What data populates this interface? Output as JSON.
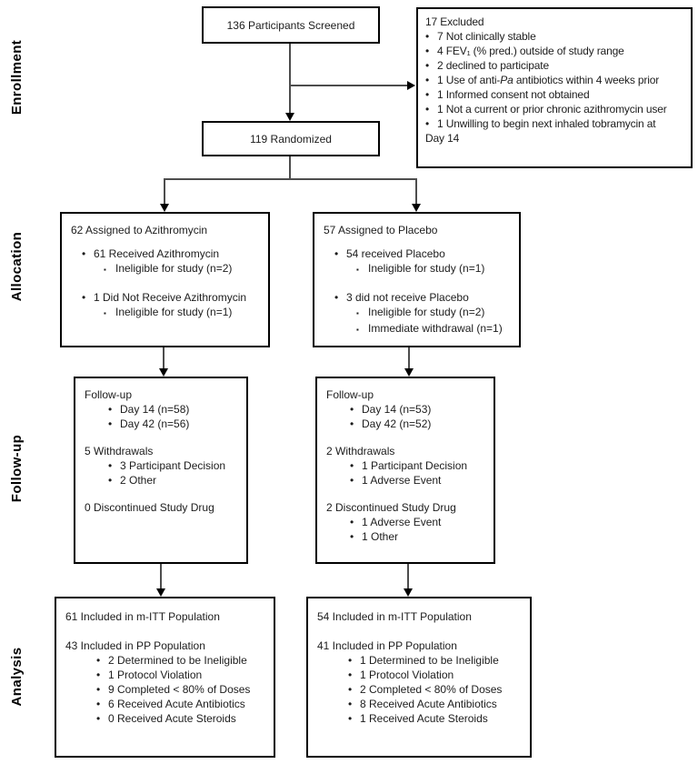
{
  "glyphs": {
    "bullet": "•",
    "square_bullet": "▪"
  },
  "stages": {
    "enrollment": "Enrollment",
    "allocation": "Allocation",
    "followup": "Follow-up",
    "analysis": "Analysis"
  },
  "screened": {
    "text": "136 Participants Screened"
  },
  "randomized": {
    "text": "119 Randomized"
  },
  "excluded": {
    "title": "17 Excluded",
    "items": [
      "7 Not clinically stable",
      "4 FEV₁ (% pred.) outside of study range",
      "2 declined to participate"
    ],
    "anti_pa_item": {
      "pre": "1 Use of anti-",
      "italic": "Pa",
      "post": " antibiotics within 4 weeks prior"
    },
    "items2": [
      "1 Informed consent not obtained",
      "1 Not a current or prior chronic azithromycin user",
      "1 Unwilling to begin next inhaled tobramycin at"
    ],
    "continuation": "Day 14"
  },
  "allocation_left": {
    "title": "62 Assigned to Azithromycin",
    "groups": [
      {
        "lead": "61 Received Azithromycin",
        "subs": [
          "Ineligible for study (n=2)"
        ]
      },
      {
        "lead": "1 Did Not Receive Azithromycin",
        "subs": [
          "Ineligible for study (n=1)"
        ]
      }
    ]
  },
  "allocation_right": {
    "title": "57 Assigned to Placebo",
    "groups": [
      {
        "lead": "54 received Placebo",
        "subs": [
          "Ineligible for study (n=1)"
        ]
      },
      {
        "lead": "3 did not receive Placebo",
        "subs": [
          "Ineligible for study (n=2)",
          "Immediate withdrawal (n=1)"
        ]
      }
    ]
  },
  "followup_left": {
    "sections": [
      {
        "lead": "Follow-up",
        "bullets": [
          "Day 14 (n=58)",
          "Day 42 (n=56)"
        ]
      },
      {
        "lead": "5 Withdrawals",
        "bullets": [
          "3 Participant Decision",
          "2 Other"
        ]
      },
      {
        "lead": "0 Discontinued Study Drug",
        "bullets": []
      }
    ]
  },
  "followup_right": {
    "sections": [
      {
        "lead": "Follow-up",
        "bullets": [
          "Day 14 (n=53)",
          "Day 42 (n=52)"
        ]
      },
      {
        "lead": "2 Withdrawals",
        "bullets": [
          "1 Participant Decision",
          "1 Adverse Event"
        ]
      },
      {
        "lead": "2 Discontinued Study Drug",
        "bullets": [
          "1 Adverse Event",
          "1 Other"
        ]
      }
    ]
  },
  "analysis_left": {
    "mitt": "61 Included in m-ITT Population",
    "pp": "43 Included in PP Population",
    "bullets": [
      "2 Determined to be Ineligible",
      "1 Protocol Violation",
      "9 Completed < 80% of Doses",
      "6 Received Acute Antibiotics",
      "0 Received Acute Steroids"
    ]
  },
  "analysis_right": {
    "mitt": "54 Included in m-ITT Population",
    "pp": "41 Included in PP Population",
    "bullets": [
      "1 Determined to be Ineligible",
      "1 Protocol Violation",
      "2 Completed < 80% of Doses",
      "8 Received Acute Antibiotics",
      "1 Received Acute Steroids"
    ]
  }
}
